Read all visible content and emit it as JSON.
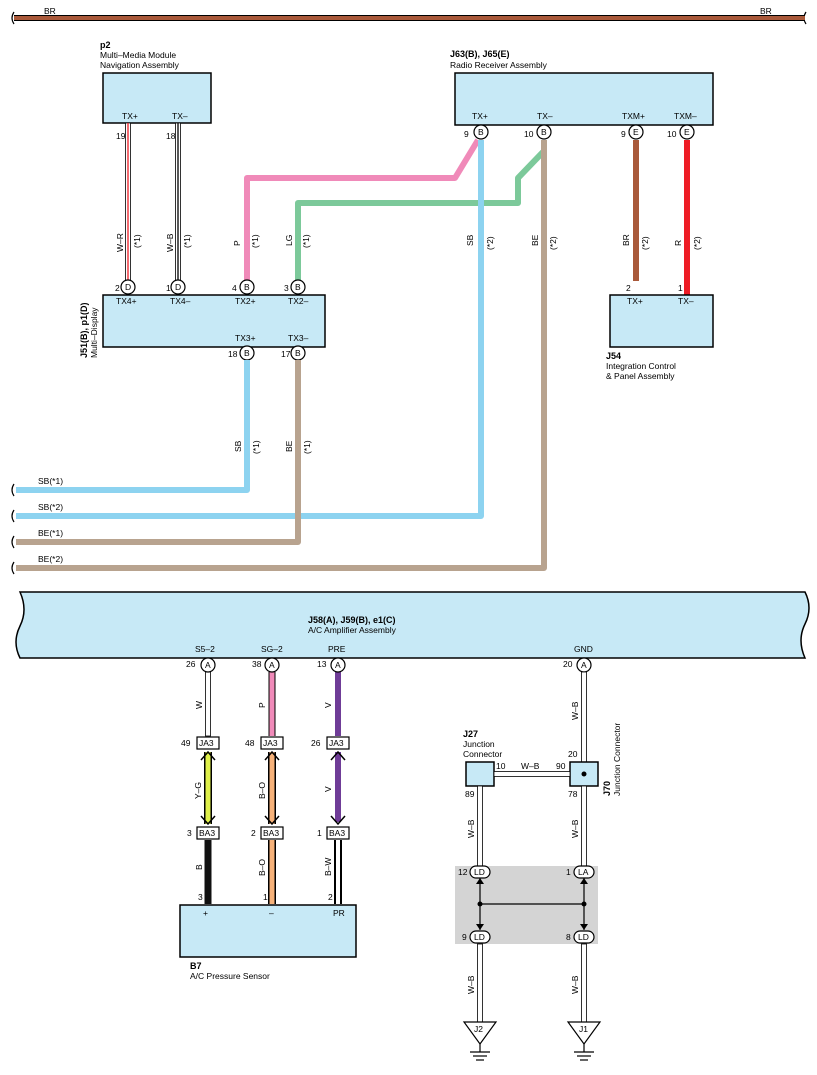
{
  "bus_top": {
    "left_label": "BR",
    "right_label": "BR"
  },
  "p2": {
    "id": "p2",
    "name1": "Multi–Media Module",
    "name2": "Navigation Assembly",
    "pin_tx_plus": "TX+",
    "pin_tx_minus": "TX–",
    "num_19": "19",
    "num_18": "18"
  },
  "j63": {
    "id": "J63(B), J65(E)",
    "name": "Radio Receiver Assembly",
    "pin_tx_plus": "TX+",
    "pin_tx_minus": "TX–",
    "pin_txm_plus": "TXM+",
    "pin_txm_minus": "TXM–",
    "num_9a": "9",
    "num_10a": "10",
    "num_9b": "9",
    "num_10b": "10",
    "conn_b": "B",
    "conn_e": "E"
  },
  "j51": {
    "id": "J51(B), p1(D)",
    "name": "Multi–Display",
    "pin_tx4_plus": "TX4+",
    "pin_tx4_minus": "TX4–",
    "pin_tx2_plus": "TX2+",
    "pin_tx2_minus": "TX2–",
    "pin_tx3_plus": "TX3+",
    "pin_tx3_minus": "TX3–",
    "num_2": "2",
    "num_1": "1",
    "num_4": "4",
    "num_3": "3",
    "num_18": "18",
    "num_17": "17",
    "conn_d": "D",
    "conn_b": "B"
  },
  "j54": {
    "id": "J54",
    "name1": "Integration Control",
    "name2": "& Panel Assembly",
    "pin_tx_plus": "TX+",
    "pin_tx_minus": "TX–",
    "num_2": "2",
    "num_1": "1"
  },
  "wires": {
    "w_r": "W–R",
    "w_b": "W–B",
    "p": "P",
    "lg": "LG",
    "sb": "SB",
    "be": "BE",
    "br": "BR",
    "r": "R",
    "note1": "(*1)",
    "note2": "(*2)"
  },
  "left_bus": {
    "sb1": "SB(*1)",
    "sb2": "SB(*2)",
    "be1": "BE(*1)",
    "be2": "BE(*2)"
  },
  "j58": {
    "id": "J58(A), J59(B), e1(C)",
    "name": "A/C Amplifier Assembly",
    "pin_s52": "S5–2",
    "pin_sg2": "SG–2",
    "pin_pre": "PRE",
    "pin_gnd": "GND",
    "num_26": "26",
    "num_38": "38",
    "num_13": "13",
    "num_20": "20",
    "conn_a": "A"
  },
  "lower_wires": {
    "w": "W",
    "p": "P",
    "v": "V",
    "y_g": "Y–G",
    "b_o": "B–O",
    "b": "B",
    "b_w": "B–W",
    "w_b": "W–B"
  },
  "ja3": {
    "label": "JA3",
    "num_49": "49",
    "num_48": "48",
    "num_26": "26"
  },
  "ba3": {
    "label": "BA3",
    "num_3": "3",
    "num_2": "2",
    "num_1": "1"
  },
  "b7": {
    "id": "B7",
    "name": "A/C Pressure Sensor",
    "pin_plus": "+",
    "pin_minus": "–",
    "pin_pr": "PR",
    "num_3": "3",
    "num_1": "1",
    "num_2": "2"
  },
  "j27": {
    "id": "J27",
    "name1": "Junction",
    "name2": "Connector",
    "num_10": "10",
    "num_89": "89"
  },
  "j70": {
    "id": "J70",
    "name": "Junction Connector",
    "num_20": "20",
    "num_90": "90",
    "num_78": "78"
  },
  "splice": {
    "ld": "LD",
    "la": "LA",
    "num_12": "12",
    "num_1": "1",
    "num_9": "9",
    "num_8": "8"
  },
  "grounds": {
    "j2": "J2",
    "j1": "J1"
  },
  "colors": {
    "box_fill": "#c7e9f6",
    "br": "#a9593a",
    "pink": "#f08ab9",
    "lg": "#7cc99a",
    "sb": "#8dd3f0",
    "be": "#b8a38f",
    "red": "#ee1c25",
    "purple": "#6f3c97",
    "orange": "#f7b27a",
    "yellow_green": "#dff04a",
    "splice_bg": "#d4d4d4"
  }
}
